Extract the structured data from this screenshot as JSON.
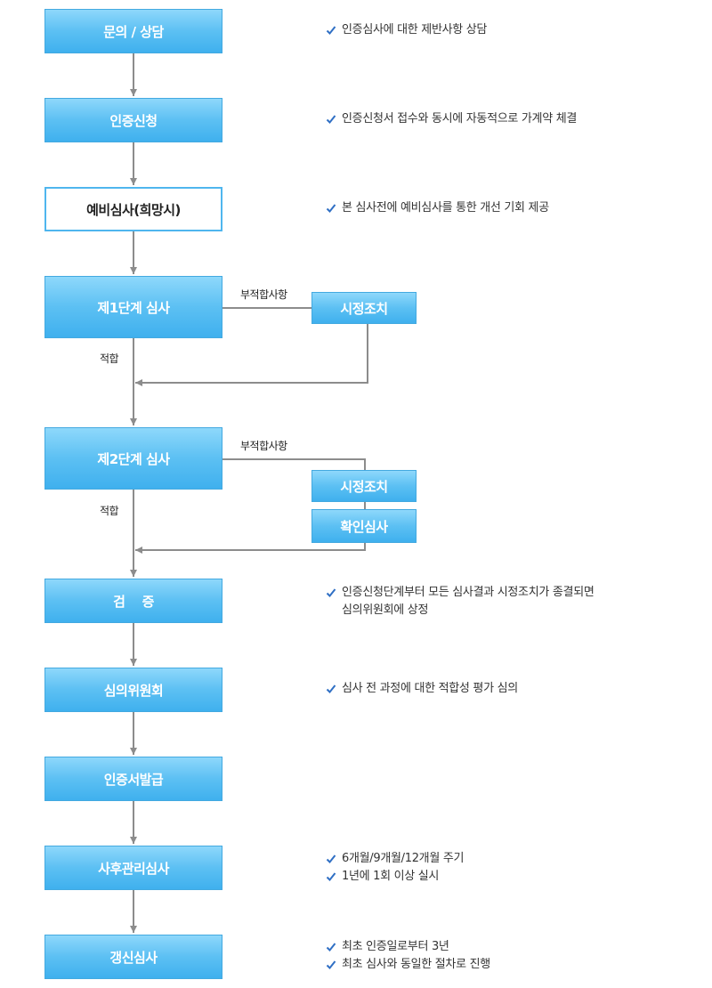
{
  "steps": {
    "inquiry": "문의 / 상담",
    "apply": "인증신청",
    "preliminary": "예비심사(희망시)",
    "stage1": "제1단계 심사",
    "stage2": "제2단계 심사",
    "verify": "검　 증",
    "committee": "심의위원회",
    "issue": "인증서발급",
    "followup": "사후관리심사",
    "renewal": "갱신심사"
  },
  "side_boxes": {
    "corrective1": "시정조치",
    "corrective2": "시정조치",
    "confirm": "확인심사"
  },
  "edge_labels": {
    "nonconform1": "부적합사항",
    "conform1": "적합",
    "nonconform2": "부적합사항",
    "conform2": "적합"
  },
  "notes": {
    "inquiry": [
      "인증심사에 대한 제반사항 상담"
    ],
    "apply": [
      "인증신청서 접수와 동시에 자동적으로 가계약 체결"
    ],
    "preliminary": [
      "본 심사전에 예비심사를 통한 개선 기회 제공"
    ],
    "verify": [
      "인증신청단계부터 모든 심사결과 시정조치가 종결되면",
      "심의위원회에 상정"
    ],
    "committee": [
      "심사 전 과정에 대한 적합성 평가 심의"
    ],
    "followup": [
      "6개월/9개월/12개월 주기",
      "1년에 1회 이상 실시"
    ],
    "renewal": [
      "최초 인증일로부터 3년",
      "최초 심사와 동일한 절차로 진행"
    ]
  },
  "colors": {
    "box_fill": "#5cc0f3",
    "box_border": "#43a9e0",
    "arrow": "#8c8c8c",
    "check": "#2f6fc4"
  }
}
